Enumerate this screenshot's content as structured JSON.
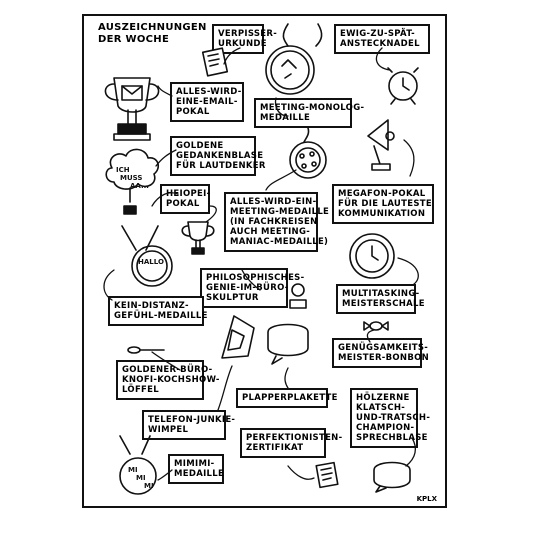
{
  "title": [
    "AUSZEICHNUNGEN",
    "DER WOCHE"
  ],
  "signature": "KPLX",
  "awards": [
    {
      "id": "verpisser",
      "lines": [
        "VERPISSER-",
        "URKUNDE"
      ]
    },
    {
      "id": "ewig",
      "lines": [
        "EWIG-ZU-SPÄT-",
        "ANSTECKNADEL"
      ]
    },
    {
      "id": "email",
      "lines": [
        "ALLES-WIRD-",
        "EINE-EMAIL-",
        "POKAL"
      ]
    },
    {
      "id": "monolog",
      "lines": [
        "MEETING-MONOLOG-",
        "MEDAILLE"
      ]
    },
    {
      "id": "gedanken",
      "lines": [
        "GOLDENE",
        "GEDANKENBLASE",
        "FÜR LAUTDENKER"
      ]
    },
    {
      "id": "heiopei",
      "lines": [
        "HEIOPEI-",
        "POKAL"
      ]
    },
    {
      "id": "meeting",
      "lines": [
        "ALLES-WIRD-EIN-",
        "MEETING-MEDAILLE",
        "(IN FACHKREISEN",
        "AUCH MEETING-",
        "MANIAC-MEDAILLE)"
      ]
    },
    {
      "id": "megafon",
      "lines": [
        "MEGAFON-POKAL",
        "FÜR DIE LAUTESTE",
        "KOMMUNIKATION"
      ]
    },
    {
      "id": "philo",
      "lines": [
        "PHILOSOPHISCHES-",
        "GENIE-IM-BÜRO-",
        "SKULPTUR"
      ]
    },
    {
      "id": "multitask",
      "lines": [
        "MULTITASKING-",
        "MEISTERSCHALE"
      ]
    },
    {
      "id": "distanz",
      "lines": [
        "KEIN-DISTANZ-",
        "GEFÜHL-MEDAILLE"
      ]
    },
    {
      "id": "genuegsam",
      "lines": [
        "GENÜGSAMKEITS-",
        "MEISTER-BONBON"
      ]
    },
    {
      "id": "loeffel",
      "lines": [
        "GOLDENER-BÜRO-",
        "KNOFI-KOCHSHOW-",
        "LÖFFEL"
      ]
    },
    {
      "id": "plapper",
      "lines": [
        "PLAPPERPLAKETTE"
      ]
    },
    {
      "id": "telefon",
      "lines": [
        "TELEFON-JUNKIE-",
        "WIMPEL"
      ]
    },
    {
      "id": "klatsch",
      "lines": [
        "HÖLZERNE",
        "KLATSCH-",
        "UND-TRATSCH-",
        "CHAMPION-",
        "SPRECHBLASE"
      ]
    },
    {
      "id": "perfekt",
      "lines": [
        "PERFEKTIONISTEN-",
        "ZERTIFIKAT"
      ]
    },
    {
      "id": "mimimi",
      "lines": [
        "MIMIMI-",
        "MEDAILLE"
      ]
    }
  ],
  "drawn_text": {
    "cloud": [
      "ICH",
      "MUSS",
      "AA..."
    ],
    "hallo": "HALLO",
    "mimimi": [
      "MI",
      "MI",
      "MI"
    ]
  }
}
